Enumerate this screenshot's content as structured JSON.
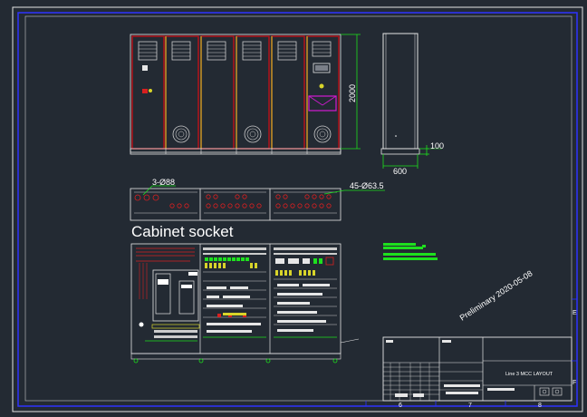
{
  "colors": {
    "background": "#232a33",
    "frame": "#2e33ff",
    "cabinet_red": "#b3121b",
    "cabinet_yellow": "#d8d42a",
    "dimension_green": "#1ee01e",
    "magenta": "#d21bd2",
    "line_white": "#e6e6e6"
  },
  "drawing": {
    "front_view": {
      "height_dimension": "2000",
      "panel_count": 6
    },
    "side_view": {
      "width_dimension": "600",
      "base_dimension": "100"
    },
    "socket_view": {
      "hole_label_small": "3-Ø88",
      "hole_label_large": "45-Ø63.5"
    },
    "section_title": "Cabinet socket",
    "watermark": "Preliminary 2020-05-08",
    "title_block": {
      "drawing_title": "Line 3 MCC LAYOUT",
      "zone_numbers": [
        "6",
        "7",
        "8"
      ],
      "zone_letters": [
        "E",
        "F"
      ]
    }
  }
}
